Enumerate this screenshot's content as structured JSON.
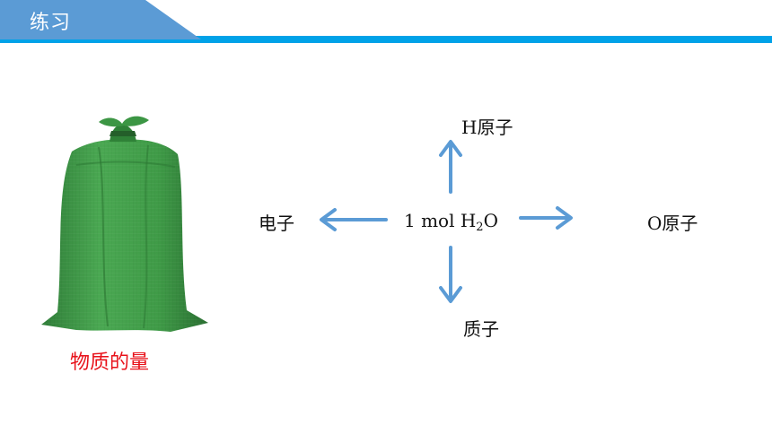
{
  "header": {
    "title": "练习"
  },
  "diagram": {
    "center_prefix": "1 mol H",
    "center_sub": "2",
    "center_suffix": "O",
    "top": "H原子",
    "left": "电子",
    "right": "O原子",
    "bottom": "质子"
  },
  "image": {
    "caption": "物质的量",
    "icon": "woven-sack"
  },
  "colors": {
    "header_blue": "#5b9bd5",
    "header_bar": "#00a2e8",
    "arrow": "#5b9bd5",
    "caption": "#e8121a",
    "sack_green": "#3f9b47"
  }
}
